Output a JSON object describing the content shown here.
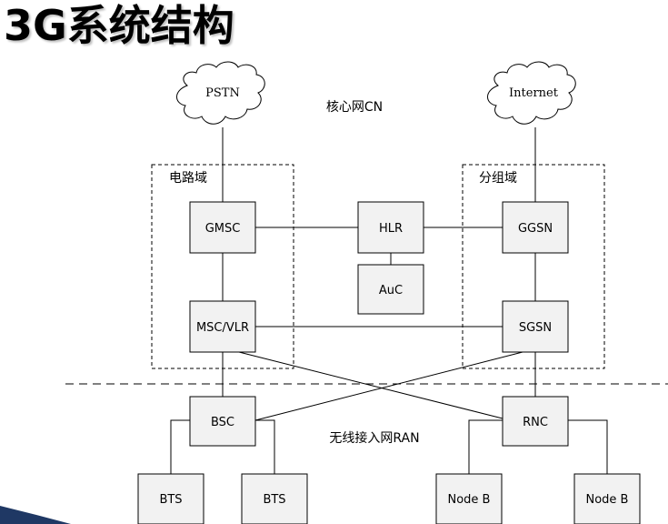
{
  "title": "3G系统结构",
  "labels": {
    "core": "核心网CN",
    "ran": "无线接入网RAN",
    "cs_domain": "电路域",
    "ps_domain": "分组域"
  },
  "clouds": {
    "pstn": "PSTN",
    "internet": "Internet"
  },
  "nodes": {
    "gmsc": "GMSC",
    "hlr": "HLR",
    "ggsn": "GGSN",
    "auc": "AuC",
    "msc_vlr": "MSC/VLR",
    "sgsn": "SGSN",
    "bsc": "BSC",
    "rnc": "RNC",
    "bts_1": "BTS",
    "bts_2": "BTS",
    "nodeb_1": "Node B",
    "nodeb_2": "Node B"
  },
  "colors": {
    "node_fill": "#f2f2f2",
    "line": "#000000",
    "accent_bar": "#1f3864"
  }
}
